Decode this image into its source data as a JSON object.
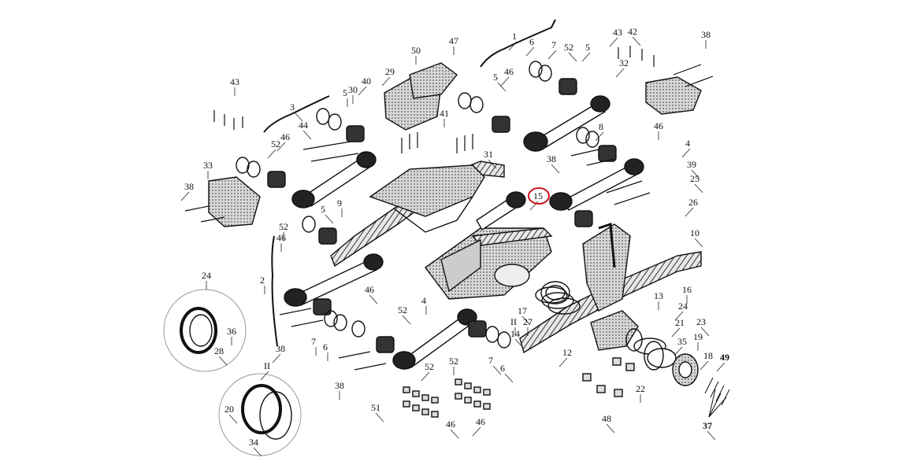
{
  "diagram": {
    "highlight_color": "#d0141c",
    "highlighted_label": "15",
    "labels": [
      "1",
      "2",
      "3",
      "4",
      "5",
      "6",
      "7",
      "8",
      "9",
      "10",
      "12",
      "13",
      "14",
      "15",
      "16",
      "17",
      "18",
      "19",
      "20",
      "21",
      "22",
      "23",
      "24",
      "25",
      "26",
      "27",
      "28",
      "29",
      "30",
      "31",
      "32",
      "33",
      "34",
      "35",
      "36",
      "37",
      "38",
      "39",
      "40",
      "41",
      "42",
      "43",
      "44",
      "46",
      "47",
      "48",
      "49",
      "50",
      "51",
      "52",
      "II"
    ]
  }
}
